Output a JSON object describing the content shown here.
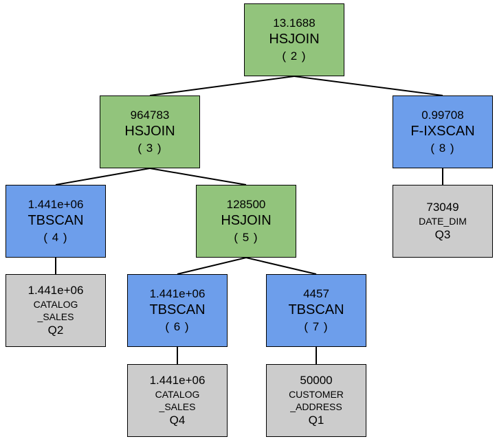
{
  "colors": {
    "join": "#92c47c",
    "scan": "#6d9eeb",
    "table": "#cccccc",
    "border": "#000000"
  },
  "nodes": {
    "n2": {
      "cost": "13.1688",
      "op": "HSJOIN",
      "id": "( 2 )",
      "kind": "join"
    },
    "n3": {
      "cost": "964783",
      "op": "HSJOIN",
      "id": "( 3 )",
      "kind": "join"
    },
    "n8": {
      "cost": "0.99708",
      "op": "F-IXSCAN",
      "id": "( 8 )",
      "kind": "scan"
    },
    "n4": {
      "cost": "1.441e+06",
      "op": "TBSCAN",
      "id": "( 4 )",
      "kind": "scan"
    },
    "n5": {
      "cost": "128500",
      "op": "HSJOIN",
      "id": "( 5 )",
      "kind": "join"
    },
    "n6": {
      "cost": "1.441e+06",
      "op": "TBSCAN",
      "id": "( 6 )",
      "kind": "scan"
    },
    "n7": {
      "cost": "4457",
      "op": "TBSCAN",
      "id": "( 7 )",
      "kind": "scan"
    }
  },
  "tables": {
    "q3": {
      "card": "73049",
      "name_lines": [
        "DATE_DIM"
      ],
      "q": "Q3"
    },
    "q2": {
      "card": "1.441e+06",
      "name_lines": [
        "CATALOG",
        "_SALES"
      ],
      "q": "Q2"
    },
    "q4": {
      "card": "1.441e+06",
      "name_lines": [
        "CATALOG",
        "_SALES"
      ],
      "q": "Q4"
    },
    "q1": {
      "card": "50000",
      "name_lines": [
        "CUSTOMER",
        "_ADDRESS"
      ],
      "q": "Q1"
    }
  },
  "edges": [
    [
      "n2",
      "n3"
    ],
    [
      "n2",
      "n8"
    ],
    [
      "n3",
      "n4"
    ],
    [
      "n3",
      "n5"
    ],
    [
      "n8",
      "q3"
    ],
    [
      "n4",
      "q2"
    ],
    [
      "n5",
      "n6"
    ],
    [
      "n5",
      "n7"
    ],
    [
      "n6",
      "q4"
    ],
    [
      "n7",
      "q1"
    ]
  ]
}
